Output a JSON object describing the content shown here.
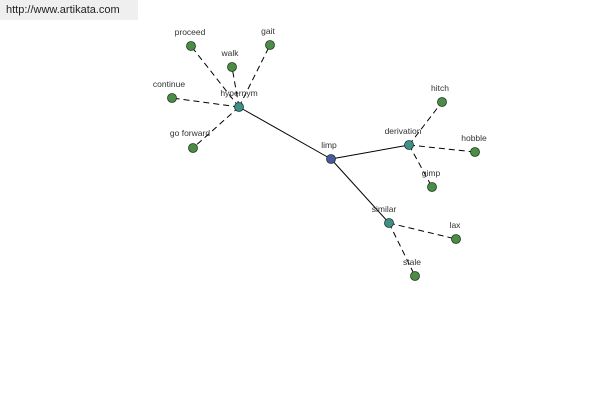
{
  "banner": {
    "url": "http://www.artikata.com"
  },
  "colors": {
    "center": "#4a56a6",
    "hub": "#3f8f8c",
    "leaf": "#4c8c46",
    "node_stroke": "#1f3b1f",
    "edge": "#000000",
    "label": "#333333"
  },
  "graph": {
    "center": "limp",
    "nodes": [
      {
        "id": "limp",
        "label": "limp",
        "kind": "center"
      },
      {
        "id": "hypernym",
        "label": "hypernym",
        "kind": "hub"
      },
      {
        "id": "derivation",
        "label": "derivation",
        "kind": "hub"
      },
      {
        "id": "similar",
        "label": "similar",
        "kind": "hub"
      },
      {
        "id": "proceed",
        "label": "proceed",
        "kind": "leaf"
      },
      {
        "id": "walk",
        "label": "walk",
        "kind": "leaf"
      },
      {
        "id": "gait",
        "label": "gait",
        "kind": "leaf"
      },
      {
        "id": "continue",
        "label": "continue",
        "kind": "leaf"
      },
      {
        "id": "go-forward",
        "label": "go forward",
        "kind": "leaf"
      },
      {
        "id": "hitch",
        "label": "hitch",
        "kind": "leaf"
      },
      {
        "id": "hobble",
        "label": "hobble",
        "kind": "leaf"
      },
      {
        "id": "gimp",
        "label": "gimp",
        "kind": "leaf"
      },
      {
        "id": "lax",
        "label": "lax",
        "kind": "leaf"
      },
      {
        "id": "stale",
        "label": "stale",
        "kind": "leaf"
      }
    ],
    "edges": [
      {
        "from": "limp",
        "to": "hypernym",
        "style": "solid"
      },
      {
        "from": "limp",
        "to": "derivation",
        "style": "solid"
      },
      {
        "from": "limp",
        "to": "similar",
        "style": "solid"
      },
      {
        "from": "hypernym",
        "to": "proceed",
        "style": "dashed"
      },
      {
        "from": "hypernym",
        "to": "walk",
        "style": "dashed"
      },
      {
        "from": "hypernym",
        "to": "gait",
        "style": "dashed"
      },
      {
        "from": "hypernym",
        "to": "continue",
        "style": "dashed"
      },
      {
        "from": "hypernym",
        "to": "go-forward",
        "style": "dashed"
      },
      {
        "from": "derivation",
        "to": "hitch",
        "style": "dashed"
      },
      {
        "from": "derivation",
        "to": "hobble",
        "style": "dashed"
      },
      {
        "from": "derivation",
        "to": "gimp",
        "style": "dashed"
      },
      {
        "from": "similar",
        "to": "lax",
        "style": "dashed"
      },
      {
        "from": "similar",
        "to": "stale",
        "style": "dashed"
      }
    ]
  }
}
